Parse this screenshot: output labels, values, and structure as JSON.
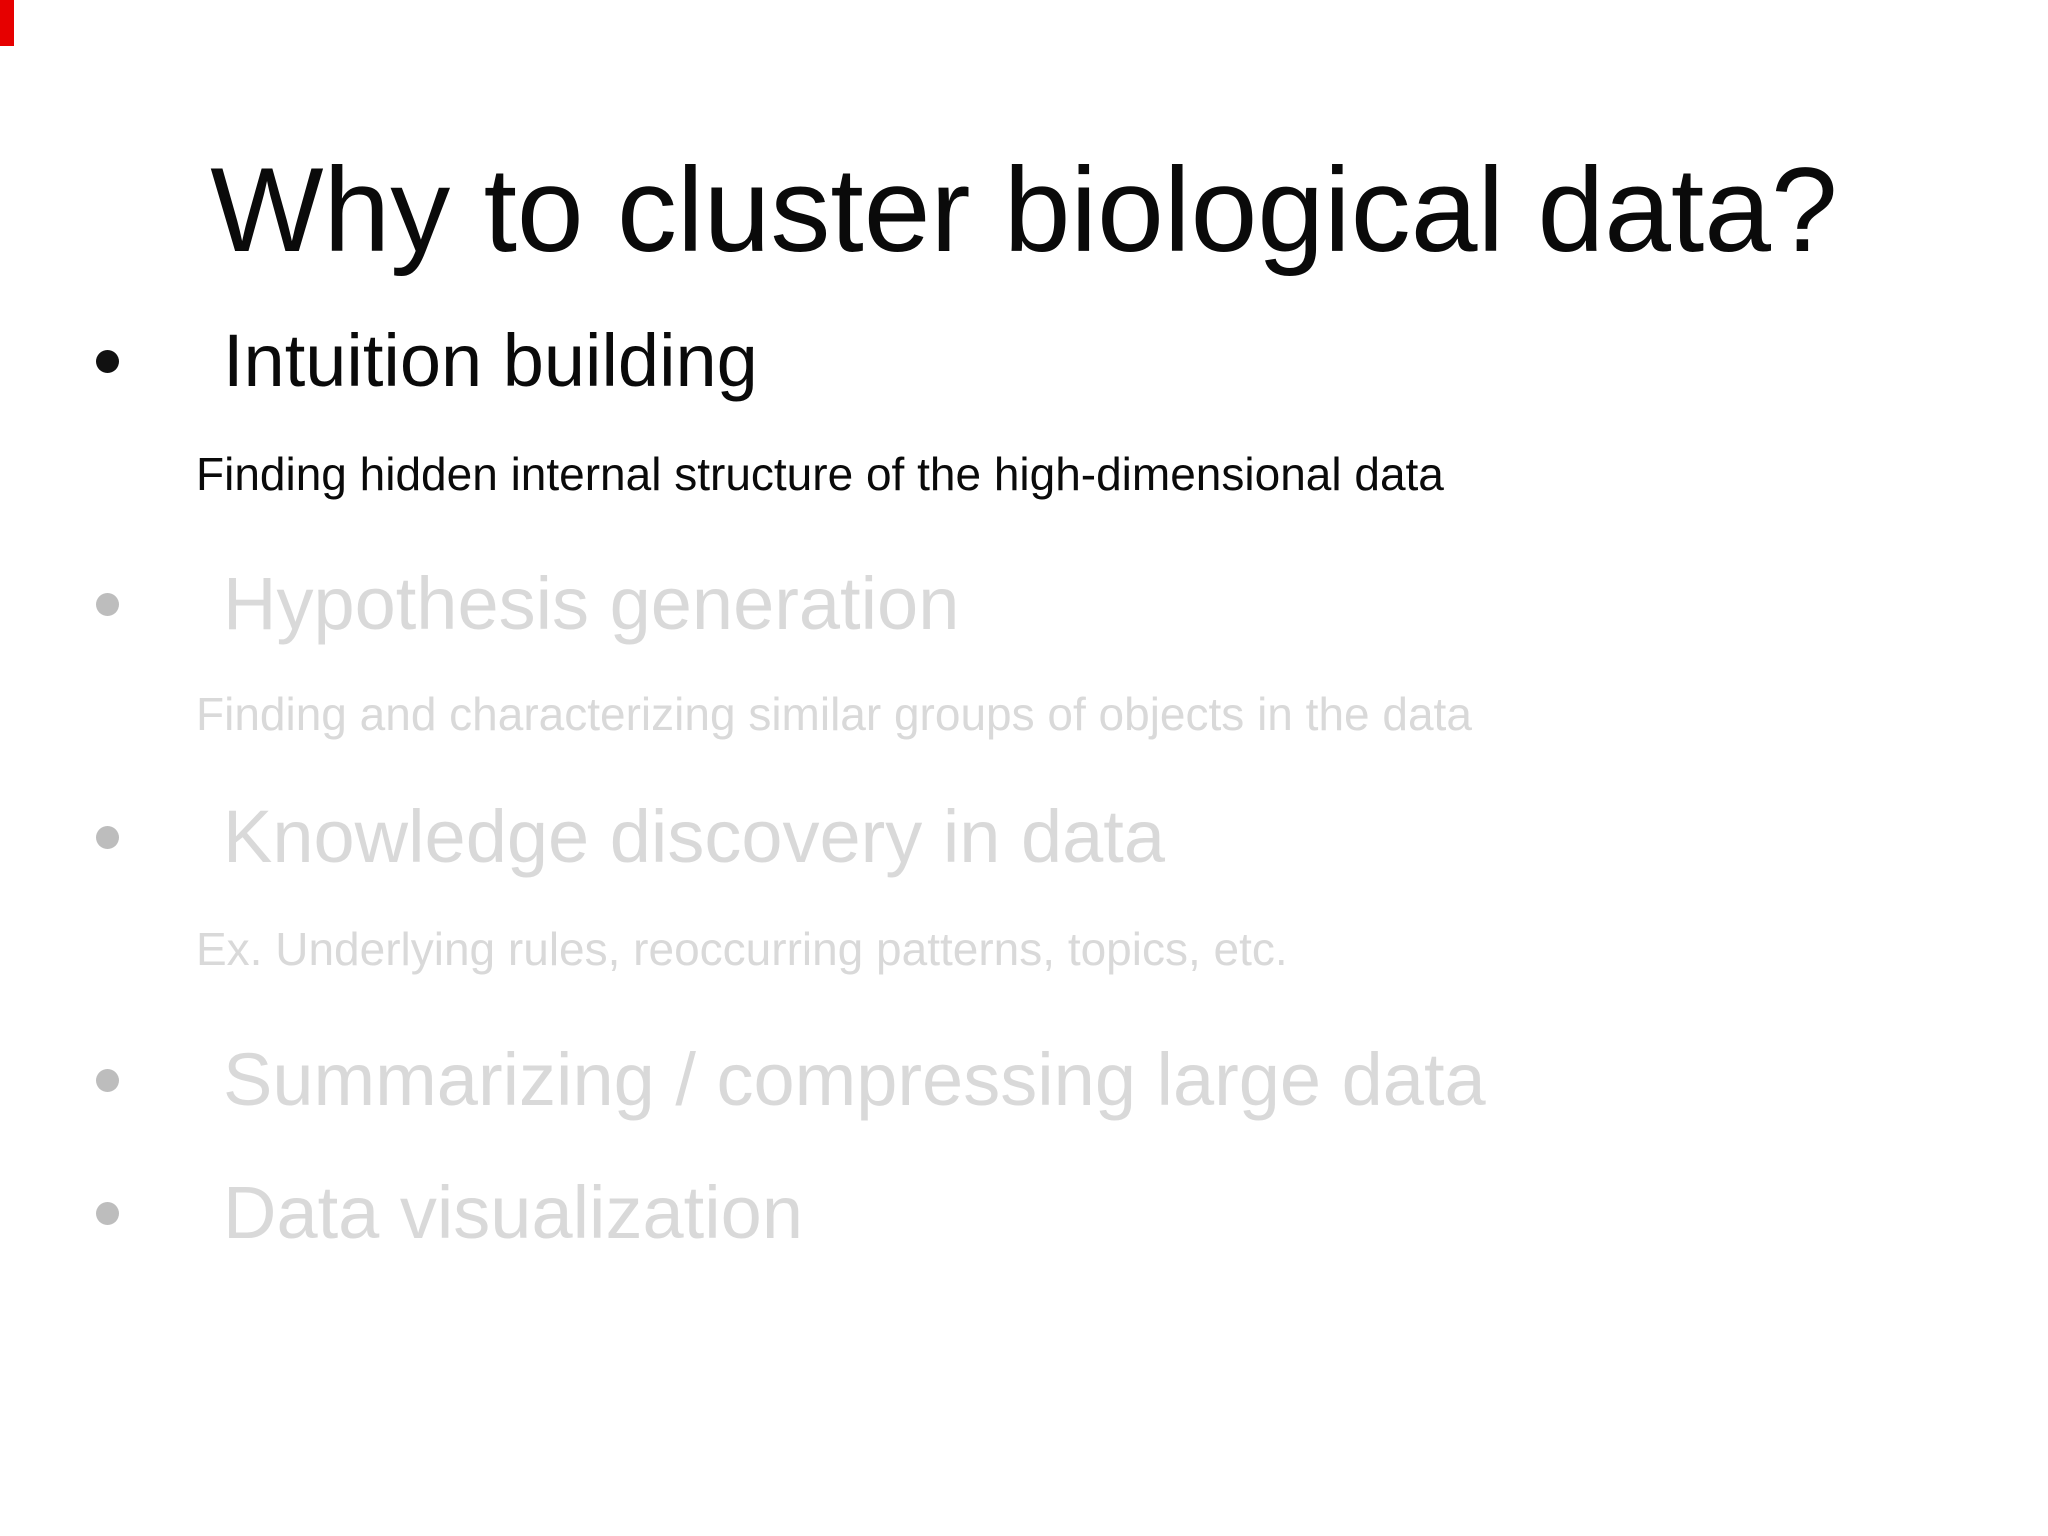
{
  "slide": {
    "title": "Why to cluster biological data?",
    "colors": {
      "background": "#ffffff",
      "active_text": "#0a0a0a",
      "active_dot": "#111111",
      "faded_text": "#d9d9d9",
      "faded_dot": "#bdbdbd",
      "red_mark": "#e60000"
    },
    "bullets": [
      {
        "label": "Intuition building",
        "sub": "Finding hidden internal structure of the high-dimensional data",
        "state": "active"
      },
      {
        "label": "Hypothesis generation",
        "sub": "Finding and characterizing similar groups of objects in the data",
        "state": "faded"
      },
      {
        "label": "Knowledge discovery in data",
        "sub": "Ex. Underlying rules, reoccurring patterns, topics, etc.",
        "state": "faded"
      },
      {
        "label": "Summarizing / compressing large data",
        "sub": "",
        "state": "faded"
      },
      {
        "label": "Data visualization",
        "sub": "",
        "state": "faded"
      }
    ]
  }
}
